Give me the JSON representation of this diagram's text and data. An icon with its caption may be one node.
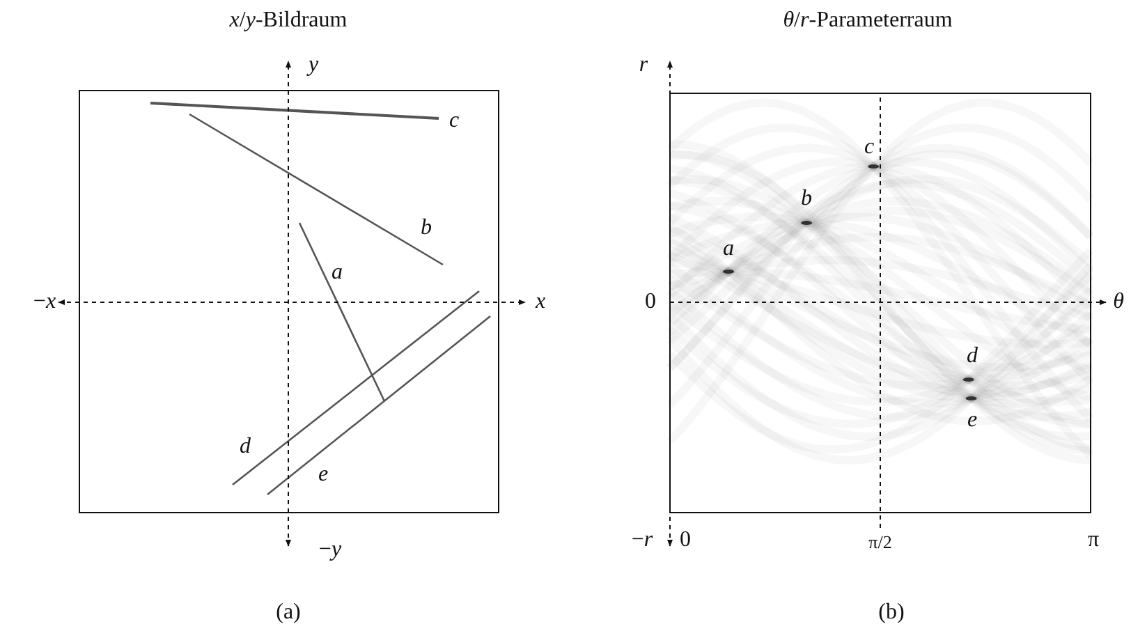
{
  "diagram": {
    "labels": [
      "*x*/*y*-Bildraum",
      "y",
      "c",
      "b",
      "a",
      "−*x*",
      "x",
      "d",
      "e",
      "−*y*",
      "(a)",
      "*θ*/*r*-Parameterraum",
      "r",
      "c",
      "b",
      "a",
      "0",
      "θ",
      "d",
      "e",
      "−*r*",
      "0",
      "π/2",
      "π",
      "(b)"
    ]
  }
}
